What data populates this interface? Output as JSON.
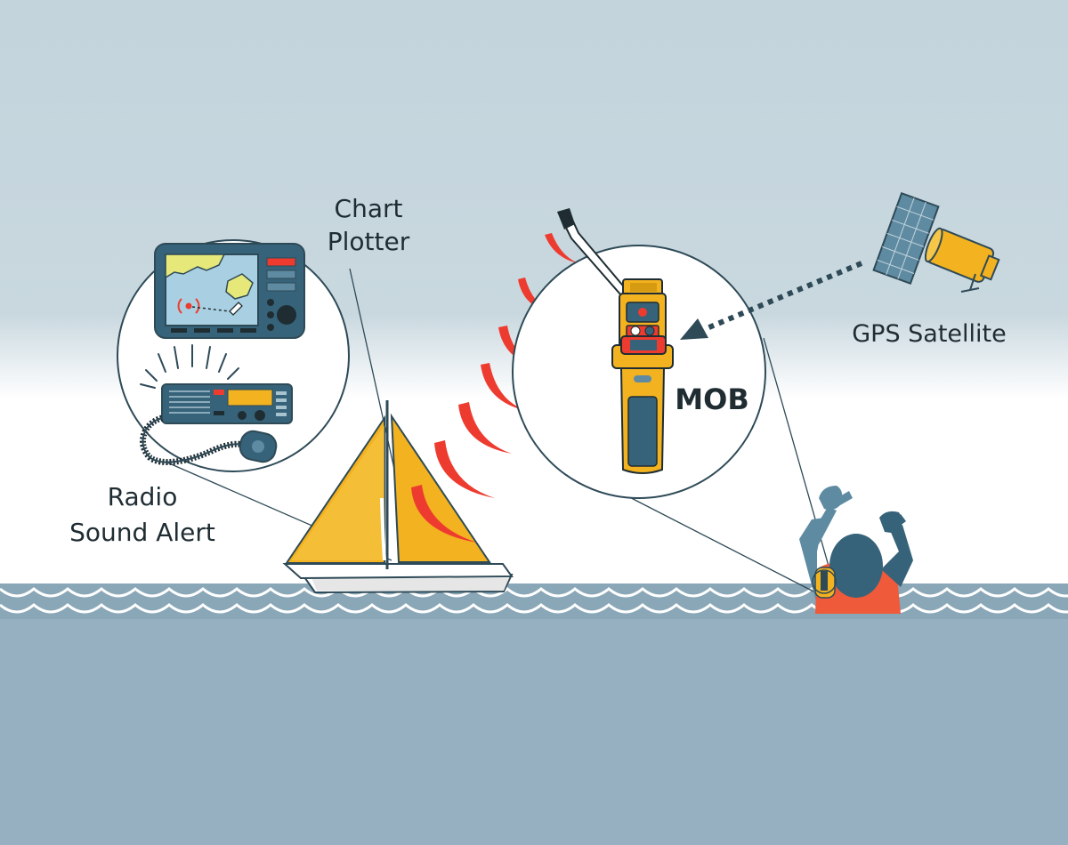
{
  "labels": {
    "chart_plotter": [
      "Chart",
      "Plotter"
    ],
    "radio_sound_alert": [
      "Radio",
      "Sound Alert"
    ],
    "mob": "MOB",
    "gps_satellite": "GPS Satellite"
  },
  "colors": {
    "sky_top": "#c3d4dc",
    "sky_bottom": "#ffffff",
    "sea": "#96b0c1",
    "wave_band": "#86a4b5",
    "signal_red": "#ee3b2f",
    "device_yellow": "#f3b21f",
    "device_blue": "#36637a",
    "ink": "#1f2d33"
  },
  "icons": {
    "satellite": "satellite-icon",
    "plotter": "chart-plotter-icon",
    "radio": "vhf-radio-icon",
    "beacon": "mob-beacon-icon",
    "boat": "sailboat-icon",
    "person": "person-overboard-icon"
  }
}
